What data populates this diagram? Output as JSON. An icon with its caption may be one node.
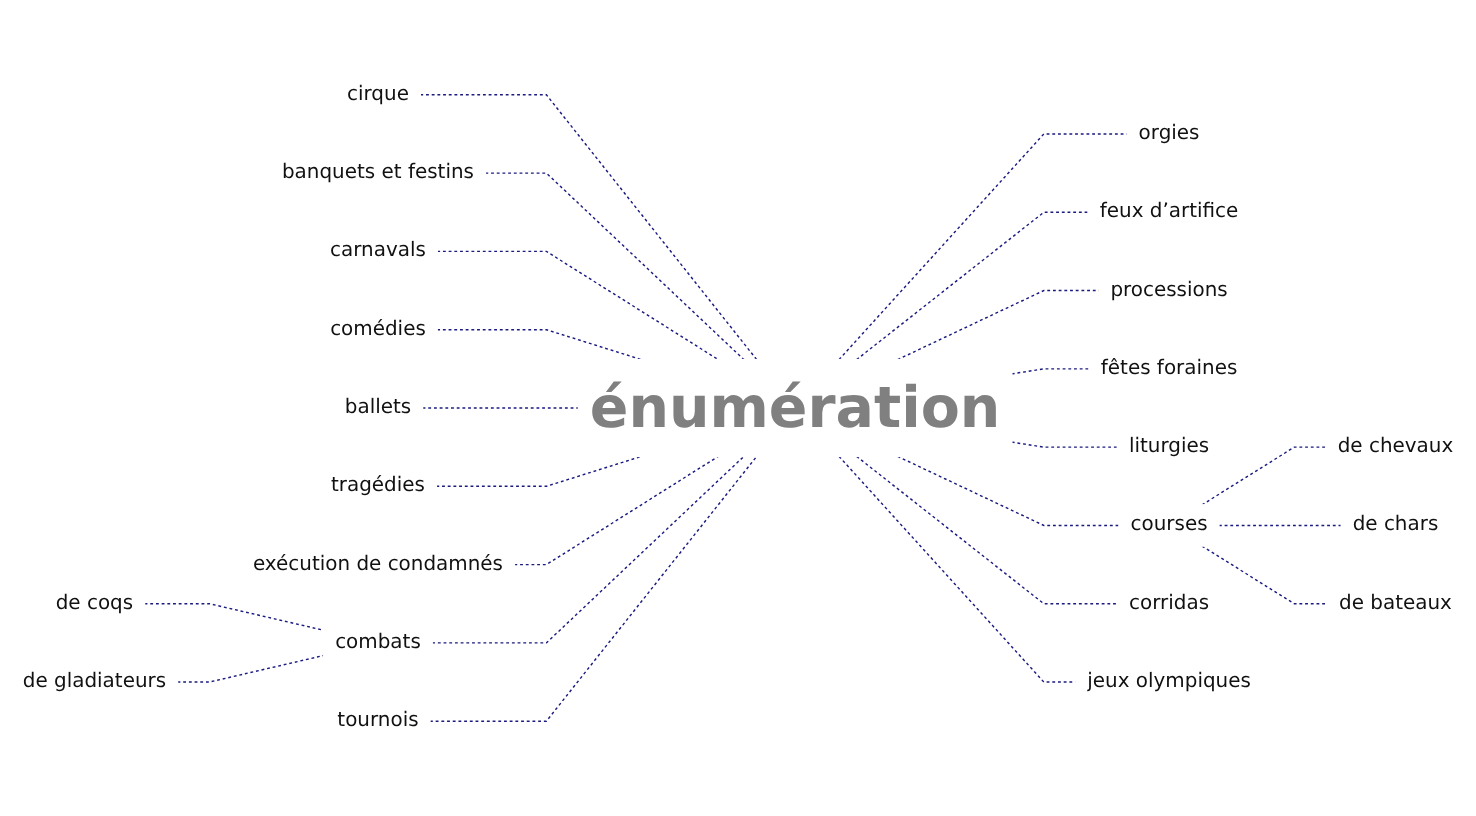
{
  "diagram": {
    "nodes": [
      {
        "text": [
          "énumération"
        ]
      },
      {
        "text": [
          "orgies"
        ]
      },
      {
        "text": [
          "feux d’artifice"
        ]
      },
      {
        "text": [
          "cirque"
        ]
      },
      {
        "text": [
          "banquets et festins"
        ]
      },
      {
        "text": [
          "carnavals"
        ]
      },
      {
        "text": [
          "processions"
        ]
      },
      {
        "text": [
          "fêtes foraines"
        ]
      },
      {
        "text": [
          "comédies"
        ]
      },
      {
        "text": [
          "ballets"
        ]
      },
      {
        "text": [
          "liturgies"
        ]
      },
      {
        "text": [
          "tragédies"
        ]
      },
      {
        "text": [
          "exécution de condamnés"
        ]
      },
      {
        "text": [
          "de chevaux"
        ]
      },
      {
        "text": [
          "courses"
        ]
      },
      {
        "text": [
          "de chars"
        ]
      },
      {
        "text": [
          "combats"
        ]
      },
      {
        "text": [
          "tournois"
        ]
      },
      {
        "text": [
          "de coqs"
        ]
      },
      {
        "text": [
          "de bateaux"
        ]
      },
      {
        "text": [
          "corridas"
        ]
      },
      {
        "text": [
          "jeux olympiques"
        ]
      },
      {
        "text": [
          "de gladiateurs"
        ]
      }
    ],
    "edges": [
      {
        "from": 0,
        "to": 1,
        "arrow": "none",
        "style": "dashed"
      },
      {
        "from": 0,
        "to": 2,
        "arrow": "none",
        "style": "dashed"
      },
      {
        "from": 3,
        "to": 0,
        "arrow": "none",
        "style": "dashed"
      },
      {
        "from": 4,
        "to": 0,
        "arrow": "none",
        "style": "dashed"
      },
      {
        "from": 5,
        "to": 0,
        "arrow": "none",
        "style": "dashed"
      },
      {
        "from": 0,
        "to": 6,
        "arrow": "none",
        "style": "dashed"
      },
      {
        "from": 0,
        "to": 7,
        "arrow": "none",
        "style": "dashed"
      },
      {
        "from": 8,
        "to": 0,
        "arrow": "none",
        "style": "dashed"
      },
      {
        "from": 9,
        "to": 0,
        "arrow": "none",
        "style": "dashed"
      },
      {
        "from": 0,
        "to": 10,
        "arrow": "none",
        "style": "dashed"
      },
      {
        "from": 11,
        "to": 0,
        "arrow": "none",
        "style": "dashed"
      },
      {
        "from": 12,
        "to": 0,
        "arrow": "none",
        "style": "dashed"
      },
      {
        "from": 14,
        "to": 13,
        "arrow": "none",
        "style": "dashed"
      },
      {
        "from": 0,
        "to": 14,
        "arrow": "none",
        "style": "dashed"
      },
      {
        "from": 14,
        "to": 15,
        "arrow": "none",
        "style": "dashed"
      },
      {
        "from": 16,
        "to": 0,
        "arrow": "none",
        "style": "dashed"
      },
      {
        "from": 17,
        "to": 0,
        "arrow": "none",
        "style": "dashed"
      },
      {
        "from": 18,
        "to": 16,
        "arrow": "none",
        "style": "dashed"
      },
      {
        "from": 14,
        "to": 19,
        "arrow": "none",
        "style": "dashed"
      },
      {
        "from": 0,
        "to": 20,
        "arrow": "none",
        "style": "dashed"
      },
      {
        "from": 0,
        "to": 21,
        "arrow": "none",
        "style": "dashed"
      },
      {
        "from": 22,
        "to": 16,
        "arrow": "none",
        "style": "dashed"
      }
    ]
  }
}
